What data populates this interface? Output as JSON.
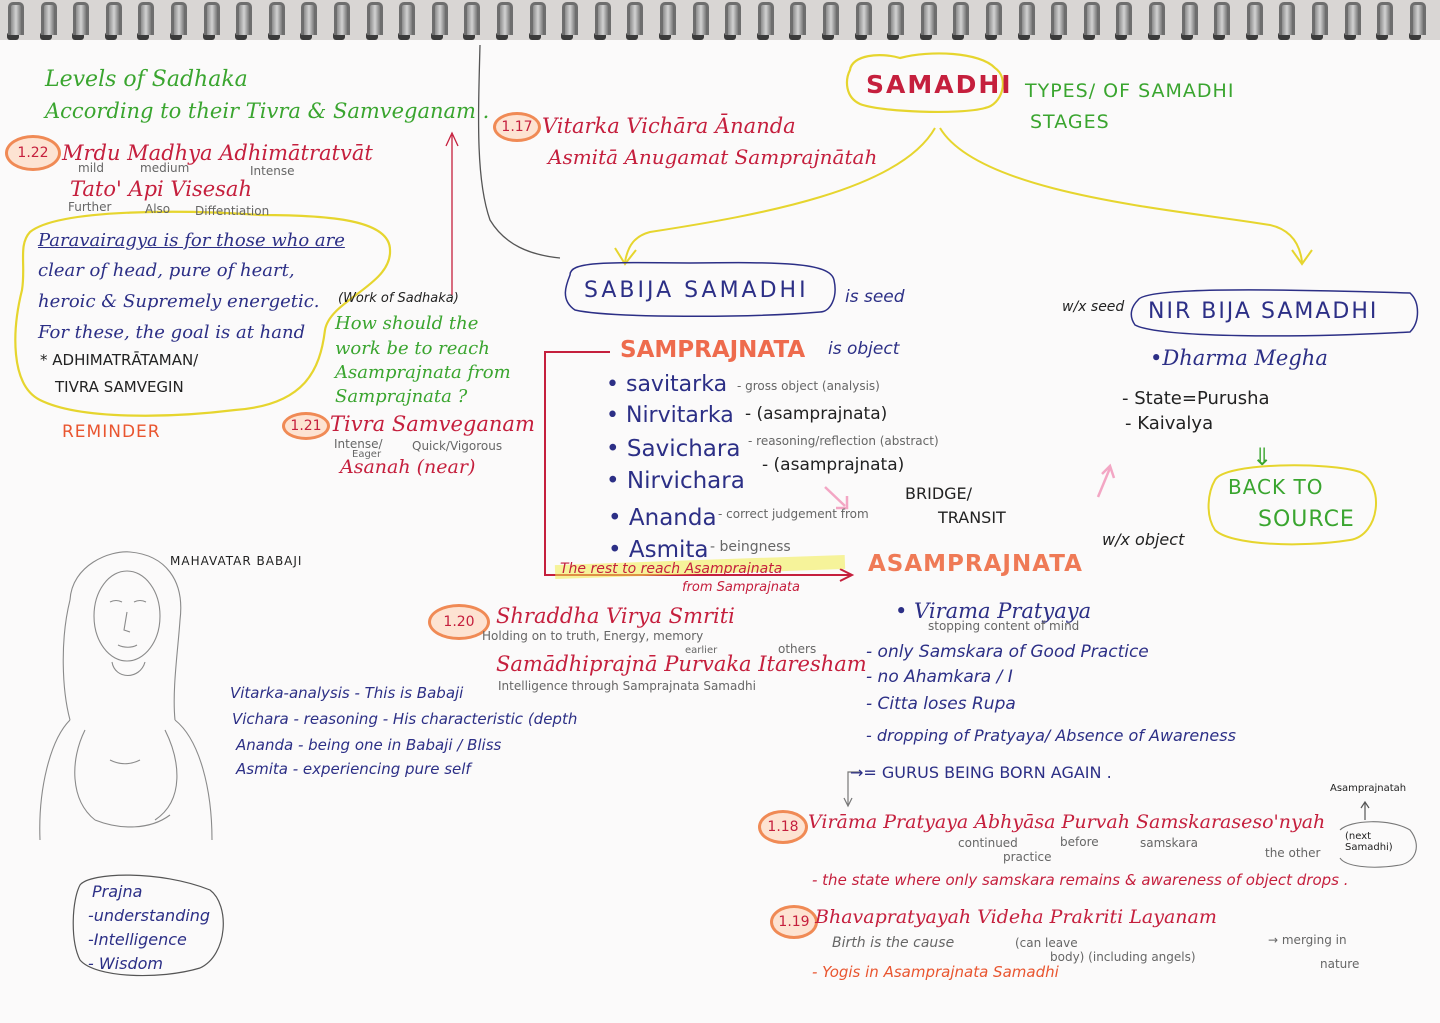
{
  "levels_title": {
    "line1": "Levels of Sadhaka",
    "line2": "According to their Tivra & Samveganam ."
  },
  "sutra_1_22": {
    "num": "1.22",
    "line1": "Mrdu Madhya Adhimātratvāt",
    "line1_glosses": [
      "mild",
      "medium",
      "Intense"
    ],
    "line2": "Tato' Api Visesah",
    "line2_glosses": [
      "Further",
      "Also",
      "Diffentiation"
    ]
  },
  "paravairagya": {
    "lines": [
      "Paravairagya is for those who are",
      "clear of head, pure of heart,",
      "heroic & Supremely energetic.",
      "For these, the goal is at hand"
    ],
    "star": [
      "* ADHIMATRĀTAMAN/",
      "TIVRA SAMVEGIN"
    ]
  },
  "reminder": "REMINDER",
  "work_question": {
    "aside": "(Work of Sadhaka)",
    "lines": [
      "How should the",
      "work be to reach",
      "Asamprajnata from",
      "Samprajnata ?"
    ]
  },
  "sutra_1_21": {
    "num": "1.21",
    "line1": "Tivra Samveganam",
    "glosses": [
      "Intense/",
      "Eager",
      "Quick/Vigorous"
    ],
    "line2": "Asanah (near)"
  },
  "sutra_1_17": {
    "num": "1.17",
    "line1": "Vitarka Vichāra Ānanda",
    "line2": "Asmitā Anugamat Samprajnātah"
  },
  "samadhi": {
    "title": "SAMADHI",
    "subtitle1": "TYPES/ OF SAMADHI",
    "subtitle2": "STAGES"
  },
  "sabija": {
    "title": "SABIJA SAMADHI",
    "note": "is seed"
  },
  "nirbija": {
    "prefix": "w/x seed",
    "title": "NIR BIJA SAMADHI",
    "items": [
      "•Dharma Megha",
      "- State=Purusha",
      "- Kaivalya"
    ],
    "arrow": "⇓",
    "back1": "BACK TO",
    "back2": "SOURCE"
  },
  "samprajnata": {
    "title": "SAMPRAJNATA",
    "note": "is object",
    "items": [
      {
        "label": "savitarka",
        "gloss": "- gross object (analysis)"
      },
      {
        "label": "Nirvitarka",
        "gloss": "- (asamprajnata)"
      },
      {
        "label": "Savichara",
        "gloss": "- reasoning/reflection (abstract)"
      },
      {
        "label": "Nirvichara",
        "gloss": "- (asamprajnata)"
      },
      {
        "label": "Ananda",
        "gloss": "- correct judgement from"
      },
      {
        "label": "Asmita",
        "gloss": "- beingness"
      }
    ],
    "rest1": "The rest to reach Asamprajnata",
    "rest2": "from Samprajnata"
  },
  "bridge": {
    "line1": "BRIDGE/",
    "line2": "TRANSIT"
  },
  "asamprajnata": {
    "title": "ASAMPRAJNATA",
    "note": "w/x object",
    "virama": "• Virama Pratyaya",
    "virama_gloss": "stopping content of mind",
    "items": [
      "- only Samskara of Good Practice",
      "- no Ahamkara / I",
      "- Citta loses Rupa",
      "- dropping of Pratyaya/ Absence of Awareness",
      "→= GURUS BEING BORN AGAIN ."
    ]
  },
  "sutra_1_20": {
    "num": "1.20",
    "line1": "Shraddha Virya Smriti",
    "gloss1": "Holding on to truth, Energy, memory",
    "gloss1b": "others",
    "gloss1c": "earlier",
    "line2": "Samādhiprajnā Purvaka Itaresham",
    "gloss2": "Intelligence through Samprajnata Samadhi"
  },
  "babaji": {
    "caption": "MAHAVATAR BABAJI",
    "lines": [
      "Vitarka-analysis - This is Babaji",
      "Vichara - reasoning - His characteristic (depth",
      "Ananda - being one in Babaji / Bliss",
      "Asmita - experiencing pure self"
    ]
  },
  "prajna": {
    "lines": [
      "Prajna",
      "-understanding",
      "-Intelligence",
      "- Wisdom"
    ]
  },
  "sutra_1_18": {
    "num": "1.18",
    "line1": "Virāma Pratyaya Abhyāsa Purvah Samskaraseso'nyah",
    "glosses": [
      "continued",
      "before",
      "samskara",
      "practice",
      "the other"
    ],
    "side_top": "Asamprajnatah",
    "side_note": "(next Samadhi)",
    "line2": "- the state where only samskara remains & awareness of object drops ."
  },
  "sutra_1_19": {
    "num": "1.19",
    "line1": "Bhavapratyayah Videha Prakriti Layanam",
    "glosses": [
      "Birth is the cause",
      "(can leave",
      "body) (including angels)"
    ],
    "merge": "→ merging in",
    "merge2": "nature",
    "line2": "- Yogis in Asamprajnata Samadhi"
  },
  "colors": {
    "green": "#3aa52f",
    "red": "#c51f3d",
    "navy": "#2c2f86",
    "orange": "#e9552f",
    "yellow": "#e6d52e",
    "pink": "#f3a6c4"
  }
}
